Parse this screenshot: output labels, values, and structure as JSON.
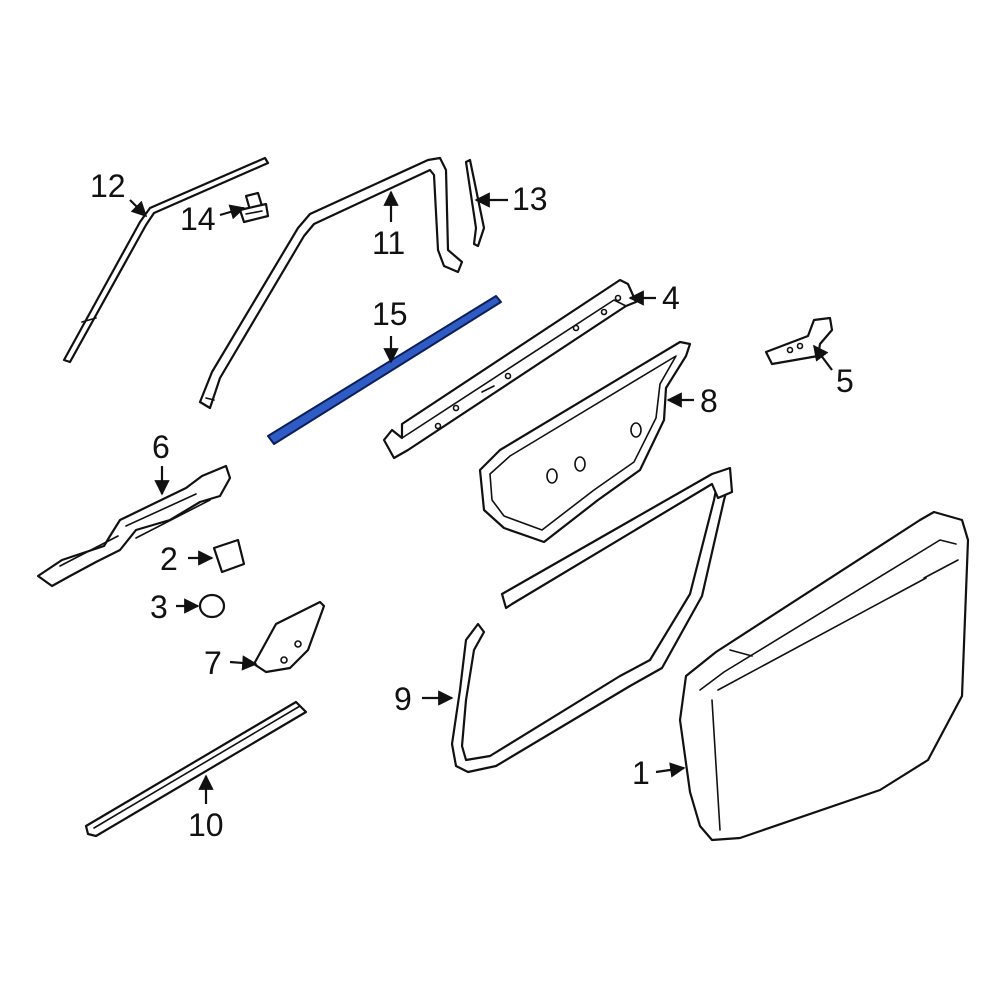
{
  "diagram": {
    "highlight_color": "#2f5cc4",
    "callouts": [
      {
        "id": "1",
        "label": "1"
      },
      {
        "id": "2",
        "label": "2"
      },
      {
        "id": "3",
        "label": "3"
      },
      {
        "id": "4",
        "label": "4"
      },
      {
        "id": "5",
        "label": "5"
      },
      {
        "id": "6",
        "label": "6"
      },
      {
        "id": "7",
        "label": "7"
      },
      {
        "id": "8",
        "label": "8"
      },
      {
        "id": "9",
        "label": "9"
      },
      {
        "id": "10",
        "label": "10"
      },
      {
        "id": "11",
        "label": "11"
      },
      {
        "id": "12",
        "label": "12"
      },
      {
        "id": "13",
        "label": "13"
      },
      {
        "id": "14",
        "label": "14"
      },
      {
        "id": "15",
        "label": "15"
      }
    ],
    "highlighted_part": "15"
  }
}
